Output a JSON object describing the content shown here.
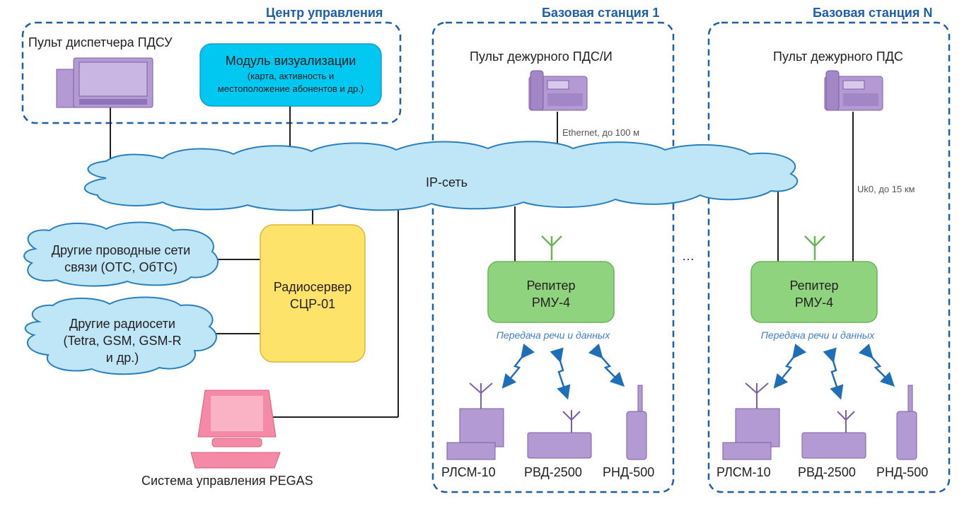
{
  "sections": {
    "control_center": "Центр управления",
    "base_station_1": "Базовая станция 1",
    "base_station_n": "Базовая станция N"
  },
  "control_center": {
    "dispatcher_console": "Пульт диспетчера ПДСУ",
    "visualization_title": "Модуль визуализации",
    "visualization_line1": "(карта, активность и",
    "visualization_line2": "местоположение абонентов и др.)"
  },
  "network": {
    "ip_label": "IP-сеть"
  },
  "radioserver": {
    "line1": "Радиосервер",
    "line2": "СЦР-01"
  },
  "other_wired": {
    "line1": "Другие проводные  сети",
    "line2": "связи (ОТС, ОбТС)"
  },
  "other_radio": {
    "line1": "Другие радиосети",
    "line2": "(Tetra, GSM, GSM-R",
    "line3": "и др.)"
  },
  "pegas": {
    "label": "Система управления PEGAS"
  },
  "station1": {
    "console": "Пульт дежурного ПДС/И",
    "link": "Ethernet, до 100 м",
    "repeater_line1": "Репитер",
    "repeater_line2": "РМУ-4",
    "transfer": "Передача речи и данных",
    "devices": [
      "РЛСМ-10",
      "РВД-2500",
      "РНД-500"
    ]
  },
  "stationN": {
    "console": "Пульт дежурного ПДС",
    "link": "Uk0, до 15 км",
    "repeater_line1": "Репитер",
    "repeater_line2": "РМУ-4",
    "transfer": "Передача речи и данных",
    "devices": [
      "РЛСМ-10",
      "РВД-2500",
      "РНД-500"
    ]
  },
  "ellipsis": "…",
  "colors": {
    "header_blue": "#1f5fa8",
    "cloud_fill": "#bfe6f7",
    "cloud_stroke": "#2a7fc1",
    "visualization_fill": "#00c8f0",
    "radioserver_fill": "#fde36a",
    "repeater_fill": "#8fd37e",
    "device_purple": "#b49ad2",
    "pc_pink": "#f58aa6",
    "arrow_blue": "#1f6fb8"
  }
}
